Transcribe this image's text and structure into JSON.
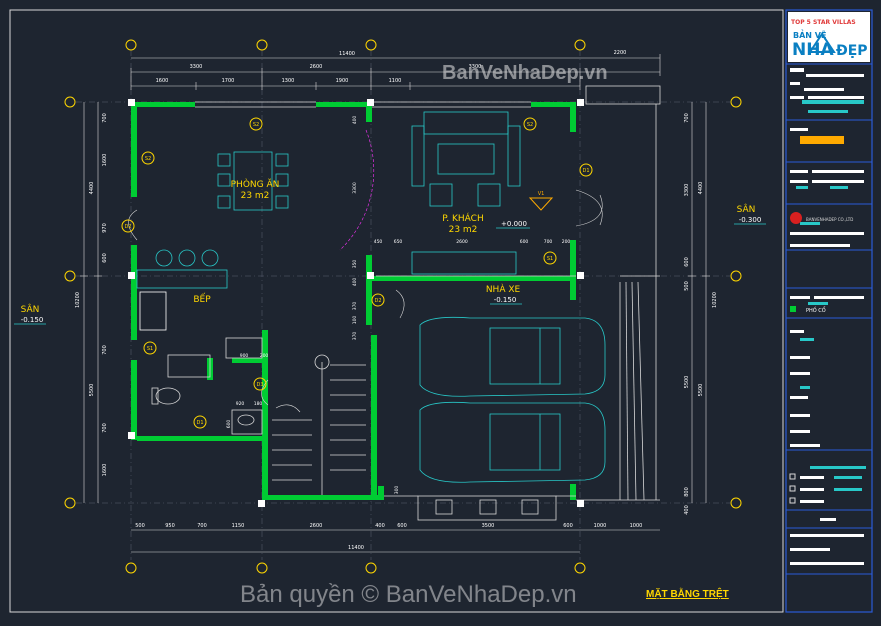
{
  "title_block": {
    "brand_top": "BẢN VẼ",
    "brand_main": "NHÀ",
    "brand_side": "ĐẸP",
    "header_text": "TOP 5 STAR VILLAS",
    "company": "BANVENHADEP CO.,LTD",
    "logo_text": "PHỐ CỔ"
  },
  "watermark_top": "BanVeNhaDep.vn",
  "watermark_bottom": "Bản quyền © BanVeNhaDep.vn",
  "drawing_title": "MẶT BẰNG TRỆT",
  "rooms": {
    "dining": {
      "name": "PHÒNG ĂN",
      "area": "23 m2"
    },
    "living": {
      "name": "P. KHÁCH",
      "area": "23 m2",
      "level": "+0.000"
    },
    "kitchen": {
      "name": "BẾP"
    },
    "garage": {
      "name": "NHÀ XE",
      "level": "-0.150"
    },
    "yard_right": {
      "name": "SÂN",
      "level": "-0.300"
    },
    "yard_left": {
      "name": "SÂN",
      "level": "-0.150"
    }
  },
  "dims": {
    "top_total": "11400",
    "top_row1": [
      "3300",
      "2600",
      "3300",
      "2200"
    ],
    "top_row2": [
      "1600",
      "1700",
      "1300",
      "1900",
      "1100"
    ],
    "bottom_row": [
      "500",
      "950",
      "700",
      "1150",
      "2600",
      "400",
      "600",
      "3500",
      "600",
      "1000",
      "1000"
    ],
    "bottom_total": "11400",
    "left_col": [
      "700",
      "1600",
      "970",
      "600",
      "700",
      "700",
      "1600"
    ],
    "left_outer": [
      "4400",
      "5500"
    ],
    "left_total": "10200",
    "right_col": [
      "700",
      "3300",
      "600",
      "500",
      "5500",
      "800",
      "400"
    ],
    "right_outer": [
      "4400",
      "5500"
    ],
    "right_total": "10200",
    "inner": [
      "450",
      "650",
      "2600",
      "600",
      "700",
      "200",
      "900",
      "200",
      "920",
      "180",
      "350",
      "400",
      "370",
      "100",
      "370",
      "600",
      "400",
      "3300",
      "300"
    ]
  },
  "tags": [
    "S2",
    "S2",
    "S2",
    "D2",
    "D1",
    "D2",
    "D3",
    "D1",
    "S1",
    "S1",
    "S1",
    "V1"
  ],
  "colors": {
    "background": "#1e2530",
    "wall": "#00cc33",
    "line": "#d8d8d8",
    "cyan": "#28c8c8",
    "yellow": "#ffd700",
    "orange": "#ffaa00",
    "magenta": "#ff33ff"
  }
}
